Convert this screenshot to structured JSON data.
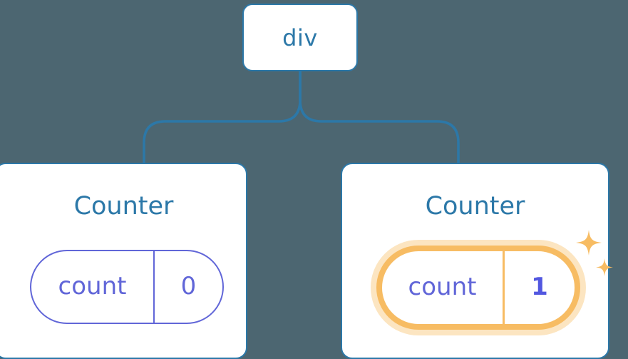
{
  "canvas": {
    "background_color": "#4c6671",
    "node_border_color": "#2c78a8",
    "node_fill_color": "#ffffff",
    "label_blue": "#2c78a8",
    "prop_purple": "#6166d8",
    "highlight_orange": "#f7bc63",
    "highlight_glow": "#fbe0b6"
  },
  "tree": {
    "root": {
      "label": "div"
    },
    "children": [
      {
        "title": "Counter",
        "prop": {
          "key": "count",
          "value": "0"
        },
        "highlighted": "false"
      },
      {
        "title": "Counter",
        "prop": {
          "key": "count",
          "value": "1"
        },
        "highlighted": "true",
        "sparkle_icons": [
          "sparkle-large",
          "sparkle-small"
        ]
      }
    ]
  }
}
